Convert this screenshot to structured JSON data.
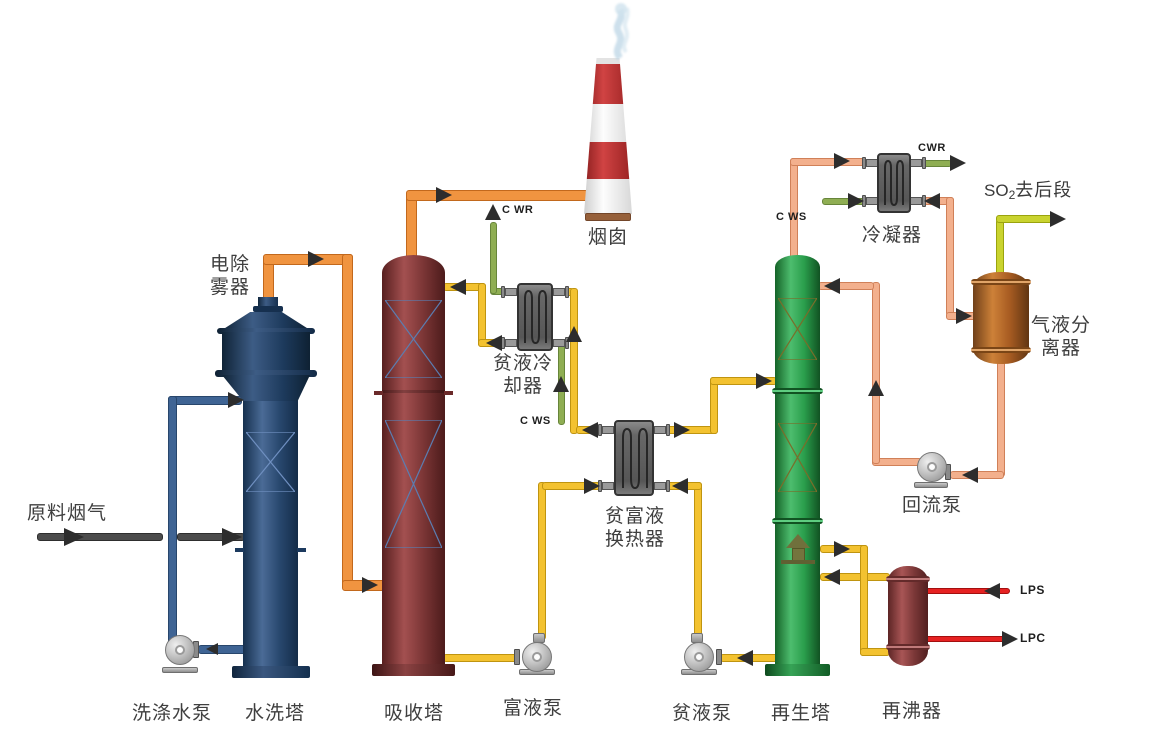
{
  "labels": {
    "raw_flue_gas": "原料烟气",
    "wash_pump": "洗涤水泵",
    "wash_tower": "水洗塔",
    "demister": "电除雾器",
    "absorber": "吸收塔",
    "chimney": "烟囱",
    "lean_cooler": "贫液冷却器",
    "cooler_cwr": "C WR",
    "cooler_cws": "C WS",
    "rich_pump": "富液泵",
    "lean_rich_hx": "贫富液换热器",
    "lean_pump": "贫液泵",
    "regen_tower": "再生塔",
    "condenser": "冷凝器",
    "condenser_cwr": "CWR",
    "condenser_cws": "C WS",
    "so2_prefix": "SO",
    "so2_sub": "2",
    "so2_suffix": "去后段",
    "separator": "气液分离器",
    "reflux_pump": "回流泵",
    "reboiler": "再沸器",
    "lps": "LPS",
    "lpc": "LPC"
  },
  "colors": {
    "flue_gas_pipe": "#4c4c4c",
    "wash_water_pipe": "#3f6494",
    "clean_gas_pipe": "#f09440",
    "solvent_pipe": "#f3c230",
    "cooling_water_pipe": "#8fae53",
    "overhead_vapor_pipe": "#f3b08d",
    "so2_product_pipe": "#c9d32f",
    "steam_pipe": "#e62222",
    "wash_tower": "#294970",
    "absorber": "#7c3636",
    "regen_tower": "#2a9e4c",
    "separator": "#cd8138",
    "reboiler": "#7c3838",
    "chimney_red": "#b02a2a"
  }
}
